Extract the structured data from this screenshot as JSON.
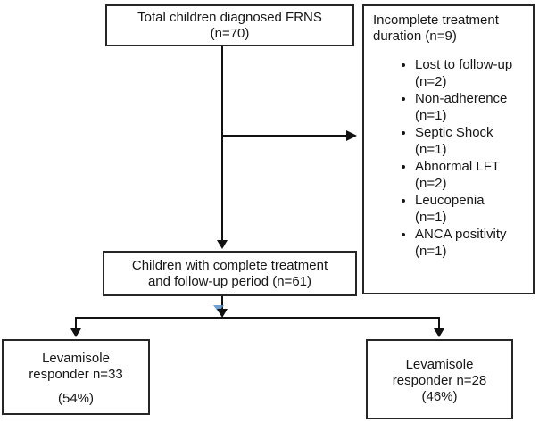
{
  "diagram": {
    "box_total": {
      "line1": "Total children diagnosed FRNS",
      "line2": "(n=70)"
    },
    "box_incomplete": {
      "title": "Incomplete treatment duration (n=9)",
      "items": [
        {
          "label": "Lost to follow-up",
          "count": "(n=2)"
        },
        {
          "label": "Non-adherence",
          "count": "(n=1)"
        },
        {
          "label": "Septic Shock",
          "count": "(n=1)"
        },
        {
          "label": "Abnormal LFT",
          "count": "(n=2)"
        },
        {
          "label": "Leucopenia",
          "count": "(n=1)"
        },
        {
          "label": "ANCA positivity",
          "count": "(n=1)"
        }
      ]
    },
    "box_complete": {
      "line1": "Children with complete treatment",
      "line2": "and follow-up period (n=61)"
    },
    "box_responder_left": {
      "line1": "Levamisole",
      "line2": "responder n=33",
      "line3": "(54%)"
    },
    "box_responder_right": {
      "line1": "Levamisole",
      "line2": "responder n=28",
      "line3": "(46%)"
    }
  },
  "colors": {
    "border": "#262626",
    "text": "#161616",
    "line": "#111111",
    "artifact_blue": "#5b8ec4"
  }
}
